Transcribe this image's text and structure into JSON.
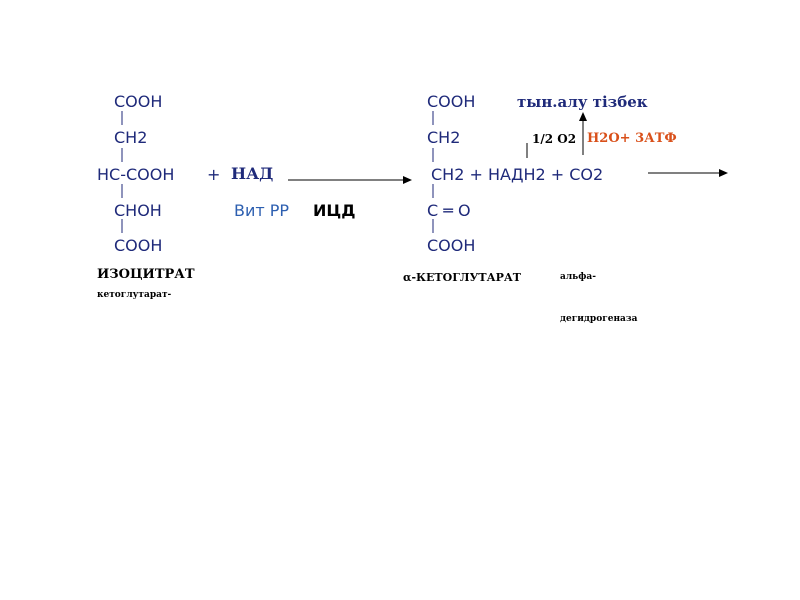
{
  "isocitrate": {
    "line1": "COOH",
    "line2": "CH2",
    "line3": "HC-COOH",
    "line4": "CHOH",
    "line5": "COOH",
    "name": "ИЗОЦИТРАТ"
  },
  "reactants": {
    "plus": "+",
    "nad": "НАД"
  },
  "enzyme": {
    "vitamin": "Вит РР",
    "name": "ИЦД"
  },
  "ketoglutarate": {
    "line1": "COOH",
    "line2": "CH2",
    "line3": "CH2 + НАДН2 + CO2",
    "line4": "C ═ O",
    "line5": "COOH",
    "name": "α-КЕТОГЛУТАРАТ"
  },
  "resp_chain": {
    "label": "тын.алу тізбек",
    "oxygen": "1/2 O2",
    "products": "H2O+ 3АТФ"
  },
  "next_enzyme": {
    "part1": "альфа-",
    "part2": "кетоглутарат-",
    "part3": "дегидрогеназа"
  },
  "colors": {
    "formula": "#1f2a7a",
    "vitamin": "#2d5fb0",
    "products": "#d9501a",
    "text": "#000000"
  }
}
